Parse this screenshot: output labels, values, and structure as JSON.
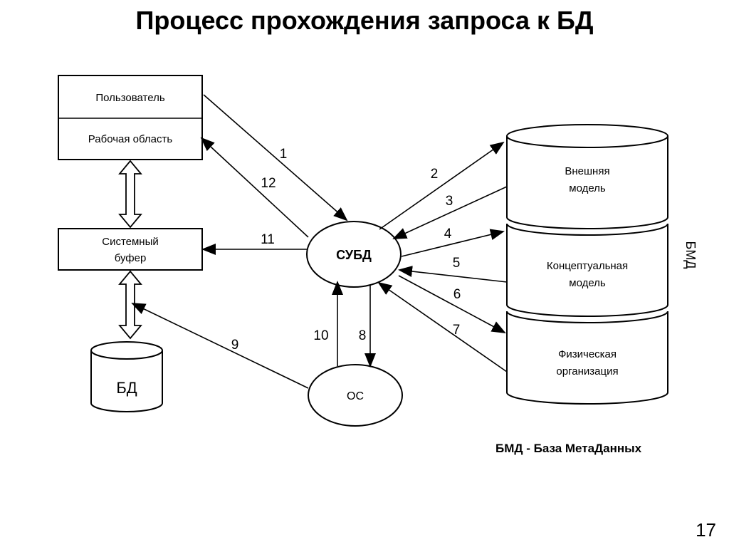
{
  "title": "Процесс прохождения запроса к БД",
  "nodes": {
    "user": "Пользователь",
    "workspace": "Рабочая область",
    "system_buffer": [
      "Системный",
      "буфер"
    ],
    "db": "БД",
    "dbms": "СУБД",
    "os": "ОС",
    "external_model": [
      "Внешняя",
      "модель"
    ],
    "conceptual_model": [
      "Концептуальная",
      "модель"
    ],
    "physical_org": [
      "Физическая",
      "организация"
    ],
    "bmd": "БМД"
  },
  "steps": [
    "1",
    "2",
    "3",
    "4",
    "5",
    "6",
    "7",
    "8",
    "9",
    "10",
    "11",
    "12"
  ],
  "legend": "БМД - База МетаДанных",
  "page_number": "17"
}
